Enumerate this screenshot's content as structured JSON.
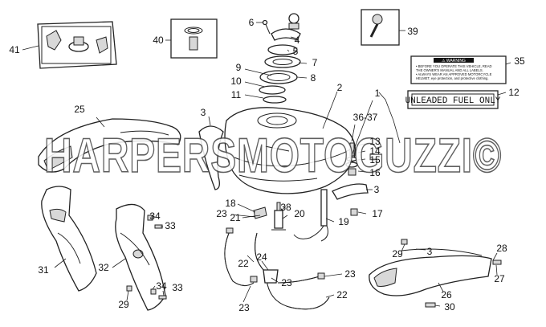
{
  "watermark": "HARPERSMOTOGUZZI©",
  "labels": {
    "n1": "1",
    "n2": "2",
    "n3a": "3",
    "n3b": "3",
    "n3c": "3",
    "n4": "4",
    "n5": "5",
    "n6": "6",
    "n7": "7",
    "n8": "8",
    "n9": "9",
    "n10": "10",
    "n11": "11",
    "n12": "12",
    "n13": "13",
    "n14": "14",
    "n15": "15",
    "n16": "16",
    "n17": "17",
    "n18": "18",
    "n19": "19",
    "n20": "20",
    "n21": "21",
    "n22a": "22",
    "n22b": "22",
    "n23a": "23",
    "n23b": "23",
    "n23c": "23",
    "n24": "24",
    "n25": "25",
    "n26": "26",
    "n27": "27",
    "n28": "28",
    "n29a": "29",
    "n29b": "29",
    "n30": "30",
    "n31": "31",
    "n32": "32",
    "n33a": "33",
    "n33b": "33",
    "n34a": "34",
    "n34b": "34",
    "n35": "35",
    "n36": "36-37",
    "n38": "38",
    "n39": "39",
    "n40": "40",
    "n41": "41"
  },
  "unleaded_plate": "UNLEADED FUEL ONLY",
  "warning_label": {
    "title": "⚠ WARNING",
    "lines": [
      "• BEFORE YOU OPERATE THIS VEHICLE, READ",
      "THE OWNER'S MANUAL AND ALL LABELS.",
      "• ALWAYS WEAR AN APPROVED MOTORCYCLE",
      "HELMET, eye protection, and protective clothing."
    ]
  }
}
